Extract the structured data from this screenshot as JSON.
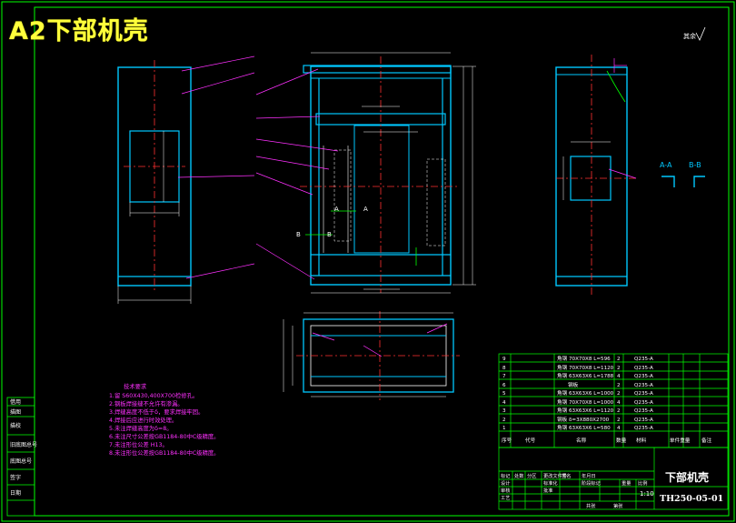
{
  "title": "A2下部机壳",
  "views": {
    "section_aa": "A-A",
    "section_bb": "B-B",
    "front_label_a": "A",
    "front_label_b": "B"
  },
  "notes": {
    "heading": "技术要求",
    "lines": [
      "1.留 S60X430,400X700检修孔。",
      "2.钢板焊接缝不允许有渗漏。",
      "3.焊缝高度不低于δ，要求焊接牢固。",
      "4.焊接后应进行时效处理。",
      "5.未注焊缝高度为δ=8。",
      "6.未注尺寸公差按GB1184-80中C级精度。",
      "7.未注形位公差 H13。",
      "8.未注形位公差按GB1184-80中C级精度。"
    ]
  },
  "parts_table": {
    "rows": [
      {
        "no": "9",
        "spec": "角钢 70X70X8 L=596",
        "qty": "2",
        "material": "Q235-A"
      },
      {
        "no": "8",
        "spec": "角钢 70X70X8 L=1120",
        "qty": "2",
        "material": "Q235-A"
      },
      {
        "no": "7",
        "spec": "角钢 63X63X6 L=1788",
        "qty": "4",
        "material": "Q235-A"
      },
      {
        "no": "6",
        "spec": "钢板",
        "qty": "2",
        "material": "Q235-A"
      },
      {
        "no": "5",
        "spec": "角钢 63X63X6 L=1000",
        "qty": "2",
        "material": "Q235-A"
      },
      {
        "no": "4",
        "spec": "角钢 70X70X8 L=1000",
        "qty": "4",
        "material": "Q235-A"
      },
      {
        "no": "3",
        "spec": "角钢 63X63X6 L=1120",
        "qty": "2",
        "material": "Q235-A"
      },
      {
        "no": "2",
        "spec": "钢板 δ=3X880X2700",
        "qty": "2",
        "material": "Q235-A"
      },
      {
        "no": "1",
        "spec": "角钢 63X63X6 L=580",
        "qty": "4",
        "material": "Q235-A"
      }
    ],
    "header": [
      "序号",
      "代号",
      "名称",
      "数量",
      "材料",
      "单件重量",
      "备注"
    ]
  },
  "title_block": {
    "part_name": "下部机壳",
    "drawing_no": "TH250-05-01",
    "scale": "1:10",
    "labels": [
      "标记",
      "处数",
      "分区",
      "更改文件号",
      "签名",
      "年月日",
      "设计",
      "标准化",
      "审核",
      "工艺",
      "批准",
      "阶段标记",
      "重量",
      "比例",
      "共张",
      "第张"
    ]
  },
  "left_strip": [
    "借用",
    "描图",
    "描校",
    "旧底图总号",
    "底图总号",
    "签字",
    "日期"
  ],
  "roughness": "其余"
}
